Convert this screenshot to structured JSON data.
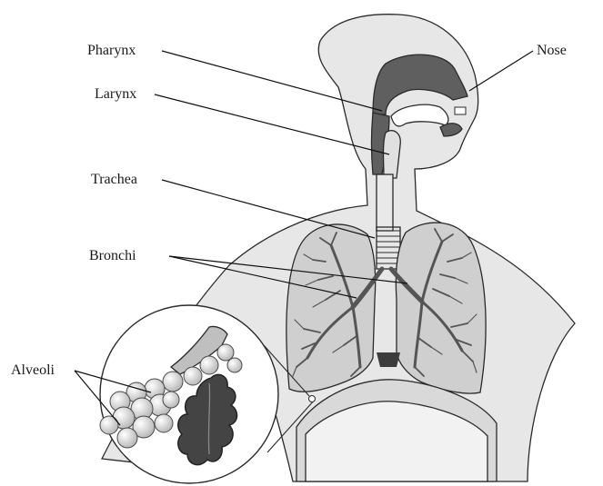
{
  "labels": {
    "pharynx": "Pharynx",
    "larynx": "Larynx",
    "trachea": "Trachea",
    "bronchi": "Bronchi",
    "alveoli": "Alveoli",
    "nose": "Nose"
  },
  "colors": {
    "body": "#e7e7e7",
    "lung": "#cfcfcf",
    "airway": "#5f5f5f",
    "bronchus_tree": "#555555",
    "diaphragm": "#d9d9d9",
    "inset_lobe": "#444444",
    "alveolus": "#dcdcdc"
  }
}
